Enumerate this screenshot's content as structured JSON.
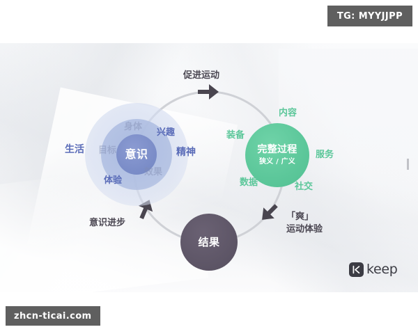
{
  "watermarks": {
    "telegram": "TG: MYYJJPP",
    "site": "zhcn-ticai.com"
  },
  "brand": {
    "name": "keep",
    "mark_letter": "K"
  },
  "diagram": {
    "type": "cycle",
    "nodes": [
      {
        "id": "consciousness",
        "label": "意识",
        "color": "#7b8dc8",
        "style": "concentric-rings",
        "satellites": [
          {
            "label": "身体",
            "position": "top",
            "tone": "faded"
          },
          {
            "label": "兴趣",
            "position": "top-right",
            "tone": "blue"
          },
          {
            "label": "生活",
            "position": "left",
            "tone": "blue"
          },
          {
            "label": "目标",
            "position": "inner-left",
            "tone": "faded"
          },
          {
            "label": "精神",
            "position": "right",
            "tone": "blue"
          },
          {
            "label": "体验",
            "position": "bottom-left",
            "tone": "blue"
          },
          {
            "label": "效果",
            "position": "bottom-right",
            "tone": "faded"
          }
        ]
      },
      {
        "id": "process",
        "label": "完整过程",
        "sublabel": "狭义 / 广义",
        "color": "#5cc79a",
        "style": "solid-circle",
        "satellites": [
          {
            "label": "内容",
            "position": "top",
            "tone": "green"
          },
          {
            "label": "装备",
            "position": "left",
            "tone": "green"
          },
          {
            "label": "服务",
            "position": "right",
            "tone": "green"
          },
          {
            "label": "数据",
            "position": "bottom-left",
            "tone": "green"
          },
          {
            "label": "社交",
            "position": "bottom-right",
            "tone": "green"
          }
        ]
      },
      {
        "id": "result",
        "label": "结果",
        "color": "#5e5667",
        "style": "solid-circle",
        "satellites": []
      }
    ],
    "transitions": [
      {
        "id": "consciousness-to-process",
        "lines": [
          "促进运动"
        ],
        "arrow_direction": "right",
        "position": "top"
      },
      {
        "id": "process-to-result",
        "lines": [
          "「爽」",
          "运动体验"
        ],
        "arrow_direction": "down-left",
        "position": "bottom-right"
      },
      {
        "id": "result-to-consciousness",
        "lines": [
          "意识进步"
        ],
        "arrow_direction": "up",
        "position": "bottom-left"
      }
    ],
    "ring_color": "#cfd1d6",
    "arrow_color": "#4a4650"
  }
}
